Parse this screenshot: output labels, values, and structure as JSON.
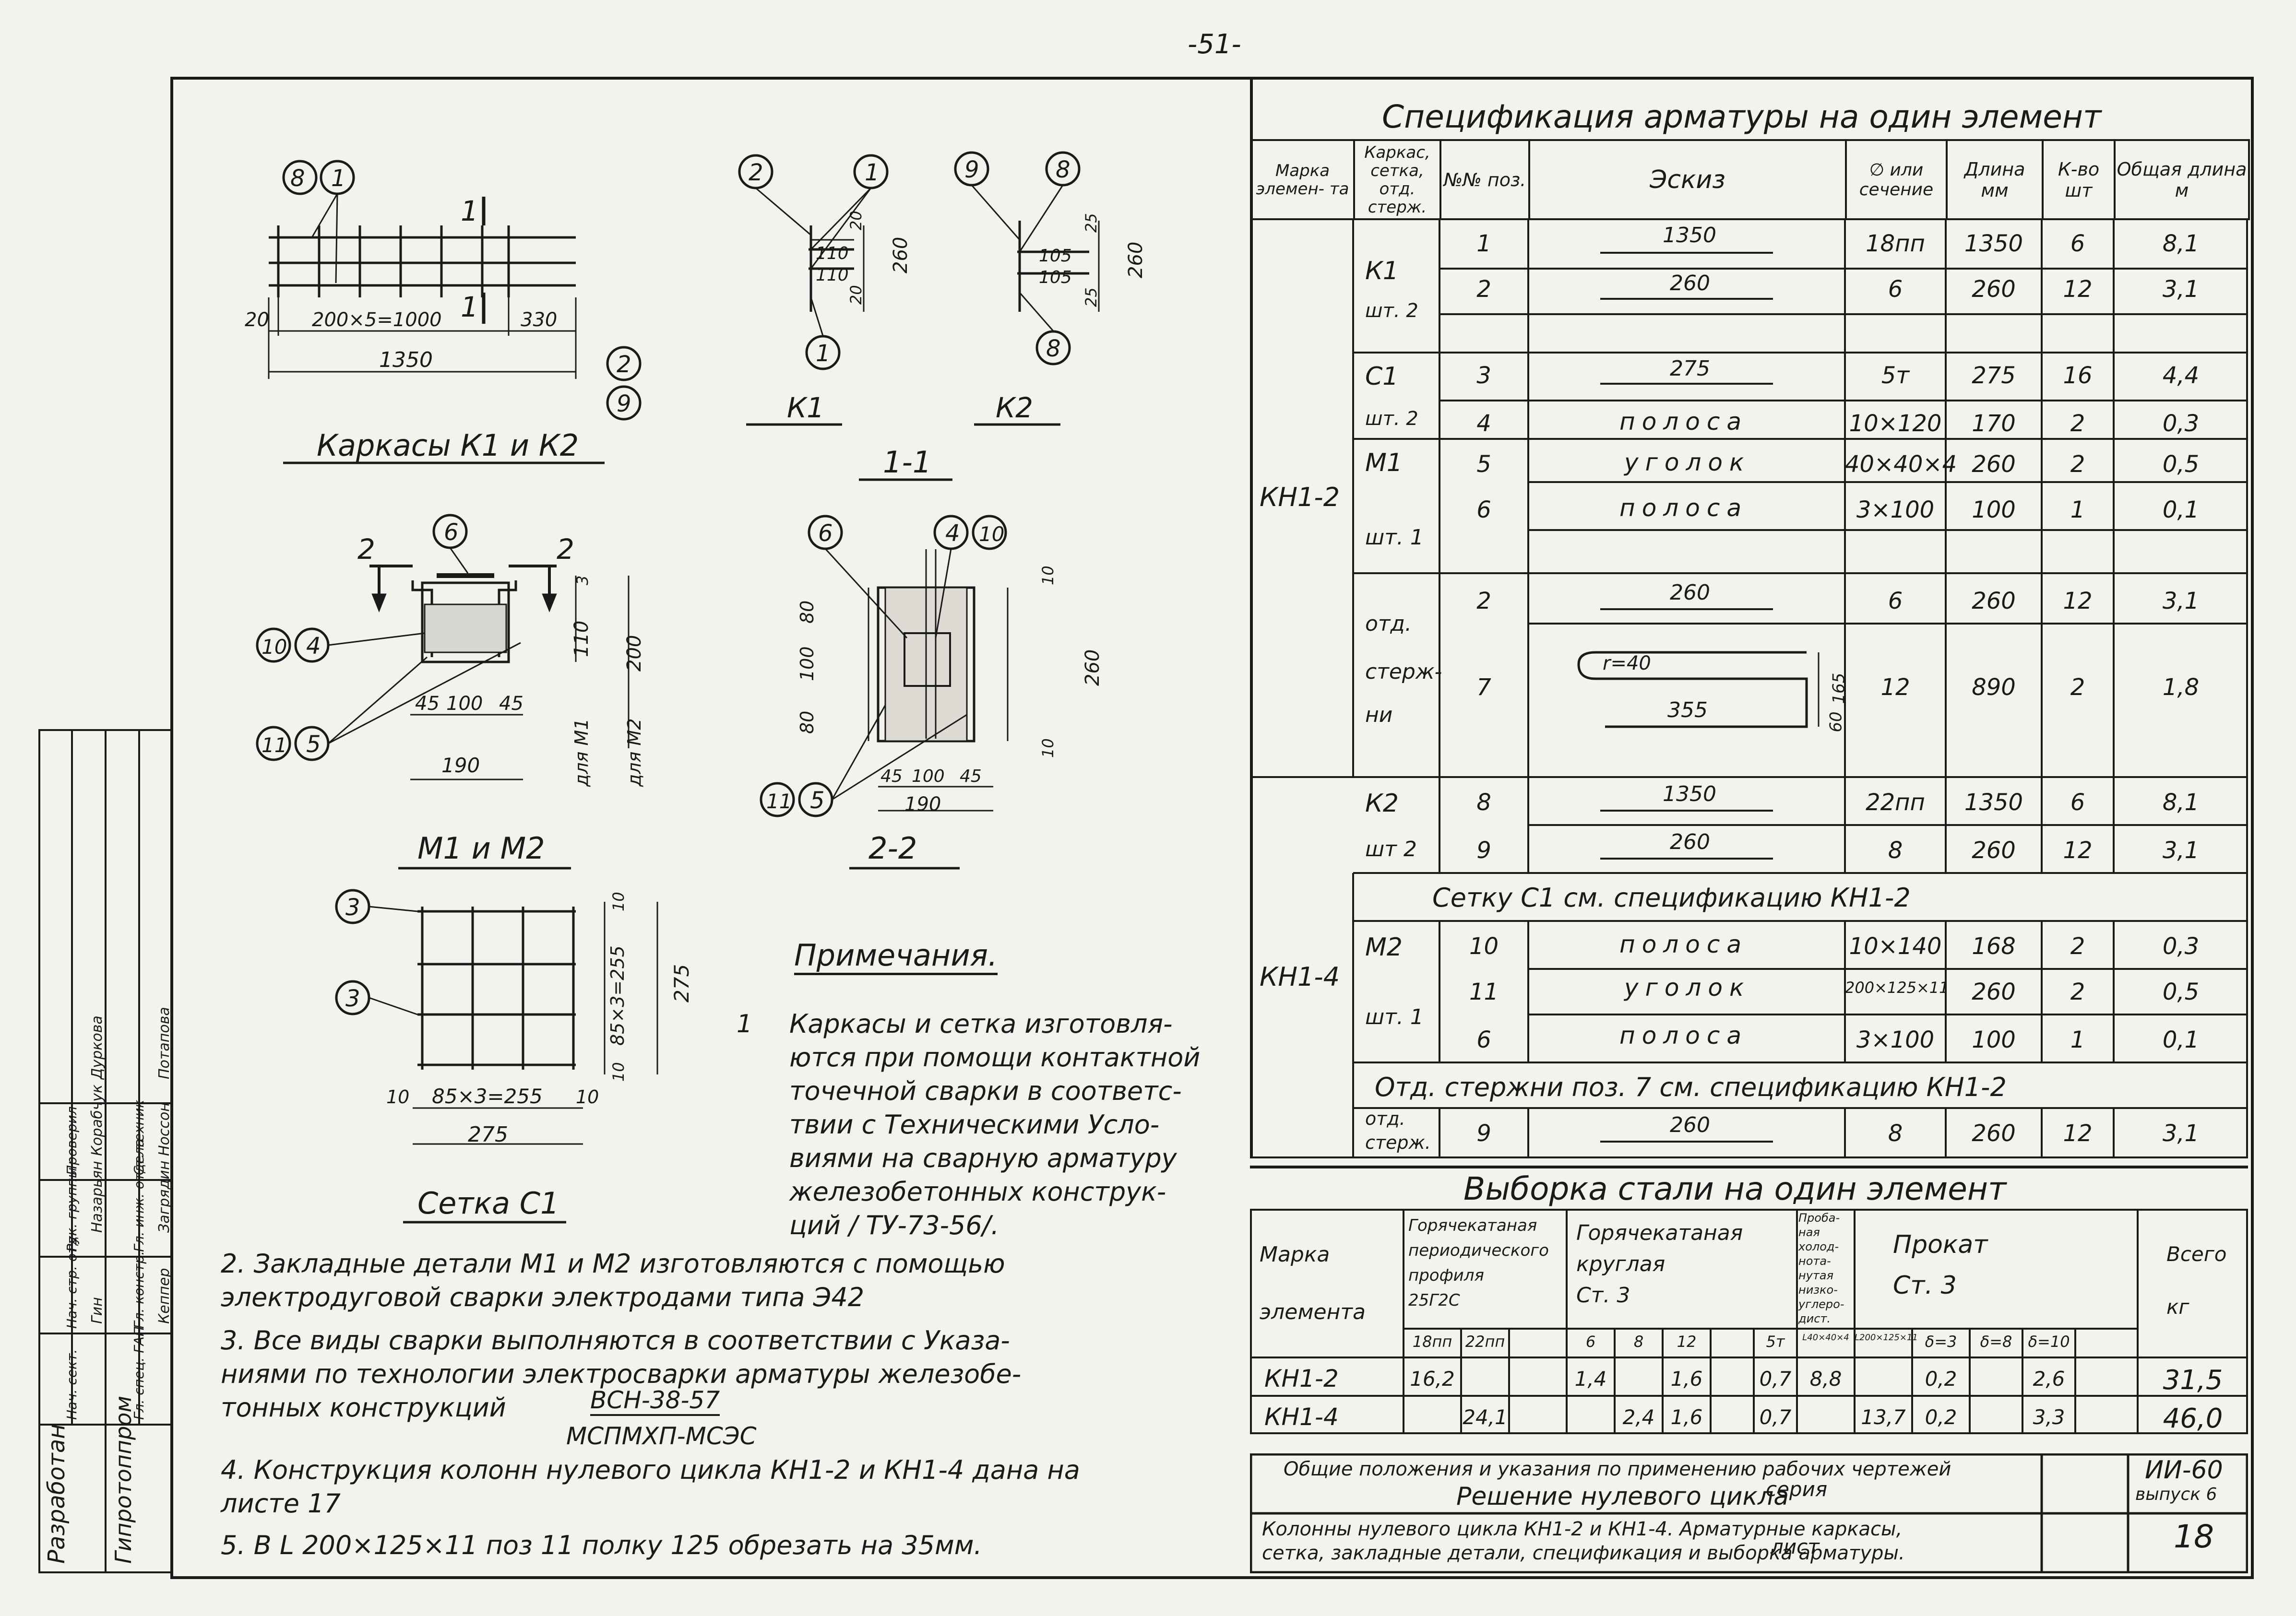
{
  "page_number": "-51-",
  "drawings": {
    "karkasy": {
      "title": "Каркасы К1 и К2",
      "dims": [
        "20",
        "200×5=1000",
        "330",
        "1350"
      ],
      "callouts": [
        "8",
        "1",
        "2",
        "9"
      ],
      "section_mark": "1"
    },
    "k1": {
      "title": "К1",
      "callouts": [
        "2",
        "1",
        "1"
      ],
      "dims": [
        "20",
        "110",
        "110",
        "20",
        "260"
      ]
    },
    "k2": {
      "title": "К2",
      "callouts": [
        "9",
        "8",
        "8"
      ],
      "dims": [
        "25",
        "105",
        "105",
        "25",
        "260"
      ]
    },
    "section11": {
      "title": "1-1"
    },
    "m1m2": {
      "title": "М1 и М2",
      "callouts": [
        "6",
        "10",
        "4",
        "11",
        "5"
      ],
      "section_marks": [
        "2",
        "2"
      ],
      "dims": [
        "45",
        "100",
        "45",
        "190",
        "3",
        "110",
        "200",
        "для М1",
        "для М2"
      ]
    },
    "section22": {
      "title": "2-2",
      "callouts": [
        "6",
        "4",
        "10",
        "11",
        "5"
      ],
      "dims": [
        "80",
        "100",
        "80",
        "10",
        "260",
        "10",
        "45",
        "100",
        "45",
        "190"
      ]
    },
    "setka": {
      "title": "Сетка С1",
      "callouts": [
        "3",
        "3"
      ],
      "dims": [
        "10",
        "85×3=255",
        "10",
        "275",
        "10",
        "85×3=255",
        "10",
        "275"
      ]
    }
  },
  "notes": {
    "title": "Примечания.",
    "n1_num": "1",
    "n1": [
      "Каркасы и сетка изготовля-",
      "ются при помощи контактной",
      "точечной сварки в соответс-",
      "твии с Техническими Усло-",
      "виями на сварную арматуру",
      "железобетонных конструк-",
      "ций / ТУ-73-56/."
    ],
    "n2": [
      "2.  Закладные детали М1 и М2  изготовляются с помощью",
      "электродуговой сварки электродами типа Э42"
    ],
    "n3": [
      "3.   Все виды сварки выполняются  в соответствии с Указа-",
      "ниями по технологии электросварки арматуры железобе-",
      "тонных конструкций"
    ],
    "n3_frac_top": "ВСН-38-57",
    "n3_frac_bottom": "МСПМХП-МСЭС",
    "n4": [
      "4.  Конструкция колонн нулевого цикла КН1-2 и КН1-4 дана на",
      "листе 17"
    ],
    "n5": "5. В L 200×125×11 поз 11  полку 125 обрезать на 35мм."
  },
  "spec": {
    "title": "Спецификация арматуры на один элемент",
    "headers": [
      "Марка элемен- та",
      "Каркас, сетка, отд. стерж.",
      "№№ поз.",
      "Эскиз",
      "∅ или сечение",
      "Длина мм",
      "К-во шт",
      "Общая длина м"
    ],
    "kn12": "КН1-2",
    "kn14": "КН1-4",
    "groups": {
      "k1": [
        "К1",
        "шт. 2"
      ],
      "c1": [
        "С1",
        "шт. 2"
      ],
      "m1": [
        "М1",
        "шт. 1"
      ],
      "otd": [
        "отд.",
        "стерж-",
        "ни"
      ],
      "k2": [
        "К2",
        "шт 2"
      ],
      "m2": [
        "М2",
        "шт. 1"
      ],
      "otd2": [
        "отд.",
        "стерж."
      ]
    },
    "rows": [
      {
        "pos": "1",
        "sketch": "1350",
        "sec": "18пп",
        "len": "1350",
        "qty": "6",
        "total": "8,1"
      },
      {
        "pos": "2",
        "sketch": "260",
        "sec": "6",
        "len": "260",
        "qty": "12",
        "total": "3,1"
      },
      {
        "pos": "3",
        "sketch": "275",
        "sec": "5т",
        "len": "275",
        "qty": "16",
        "total": "4,4"
      },
      {
        "pos": "4",
        "sketch": "полоса",
        "sec": "10×120",
        "len": "170",
        "qty": "2",
        "total": "0,3"
      },
      {
        "pos": "5",
        "sketch": "уголок",
        "sec": "40×40×4",
        "len": "260",
        "qty": "2",
        "total": "0,5"
      },
      {
        "pos": "6",
        "sketch": "полоса",
        "sec": "3×100",
        "len": "100",
        "qty": "1",
        "total": "0,1"
      },
      {
        "pos": "2",
        "sketch": "260",
        "sec": "6",
        "len": "260",
        "qty": "12",
        "total": "3,1"
      },
      {
        "pos": "7",
        "sketch_r": "r=40",
        "sketch_len": "355",
        "sketch_h1": "165",
        "sketch_h2": "60",
        "sec": "12",
        "len": "890",
        "qty": "2",
        "total": "1,8"
      },
      {
        "pos": "8",
        "sketch": "1350",
        "sec": "22пп",
        "len": "1350",
        "qty": "6",
        "total": "8,1"
      },
      {
        "pos": "9",
        "sketch": "260",
        "sec": "8",
        "len": "260",
        "qty": "12",
        "total": "3,1"
      },
      {
        "span": "Сетку С1 см. спецификацию КН1-2"
      },
      {
        "pos": "10",
        "sketch": "полоса",
        "sec": "10×140",
        "len": "168",
        "qty": "2",
        "total": "0,3"
      },
      {
        "pos": "11",
        "sketch": "уголок",
        "sec": "200×125×11",
        "len": "260",
        "qty": "2",
        "total": "0,5"
      },
      {
        "pos": "6",
        "sketch": "полоса",
        "sec": "3×100",
        "len": "100",
        "qty": "1",
        "total": "0,1"
      },
      {
        "span": "Отд. стержни поз. 7 см. спецификацию КН1-2"
      },
      {
        "pos": "9",
        "sketch": "260",
        "sec": "8",
        "len": "260",
        "qty": "12",
        "total": "3,1"
      }
    ]
  },
  "vyborka": {
    "title": "Выборка стали на один элемент",
    "h_mark": [
      "Марка",
      "элемента"
    ],
    "h_period": [
      "Горячекатаная",
      "периодического",
      "профиля",
      "25Г2С"
    ],
    "h_round": [
      "Горячекатаная",
      "круглая",
      "Ст. 3"
    ],
    "h_cold": [
      "Проба-",
      "ная",
      "холод-",
      "нота-",
      "нутая",
      "низко-",
      "углеро-",
      "дист."
    ],
    "h_prokat": [
      "Прокат",
      "Ст. 3"
    ],
    "h_total": [
      "Всего",
      "кг"
    ],
    "sub": [
      "18пп",
      "22пп",
      "",
      "6",
      "8",
      "12",
      "",
      "5т",
      "L40×40×4",
      "L200×125×11",
      "δ=3",
      "δ=8",
      "δ=10"
    ],
    "rows": [
      {
        "mark": "КН1-2",
        "c": [
          "16,2",
          "",
          "",
          "1,4",
          "",
          "1,6",
          "",
          "0,7",
          "8,8",
          "",
          "0,2",
          "",
          "2,6"
        ],
        "total": "31,5"
      },
      {
        "mark": "КН1-4",
        "c": [
          "",
          "24,1",
          "",
          "",
          "2,4",
          "1,6",
          "",
          "0,7",
          "",
          "13,7",
          "0,2",
          "",
          "3,3"
        ],
        "total": "46,0"
      }
    ]
  },
  "stamp": {
    "line1": "Общие положения и указания по применению рабочих чертежей",
    "line2": "Решение нулевого цикла",
    "series_label": "серия",
    "series": "ИИ-60",
    "series_sub": "выпуск 6",
    "line3": "Колонны нулевого цикла КН1-2 и КН1-4. Арматурные каркасы,",
    "line4": "сетка, закладные детали, спецификация и выборка арматуры.",
    "sheet_label": "лист",
    "sheet": "18"
  },
  "signatures": {
    "developed": "Разработан",
    "org": "Гипротоппром",
    "roles": [
      "Гл. спец. ГАП",
      "Нач. сект.",
      "Гл. констр.",
      "Нач. стр. отд.",
      "Гл. инж. отдела",
      "Рук. группы",
      "Ст. техник",
      "Проверил"
    ],
    "names": [
      "Кеппер",
      "Гин",
      "Загрядин",
      "Назарьян",
      "Носсон",
      "Корабчук",
      "Потапова",
      "Дуркова"
    ]
  }
}
